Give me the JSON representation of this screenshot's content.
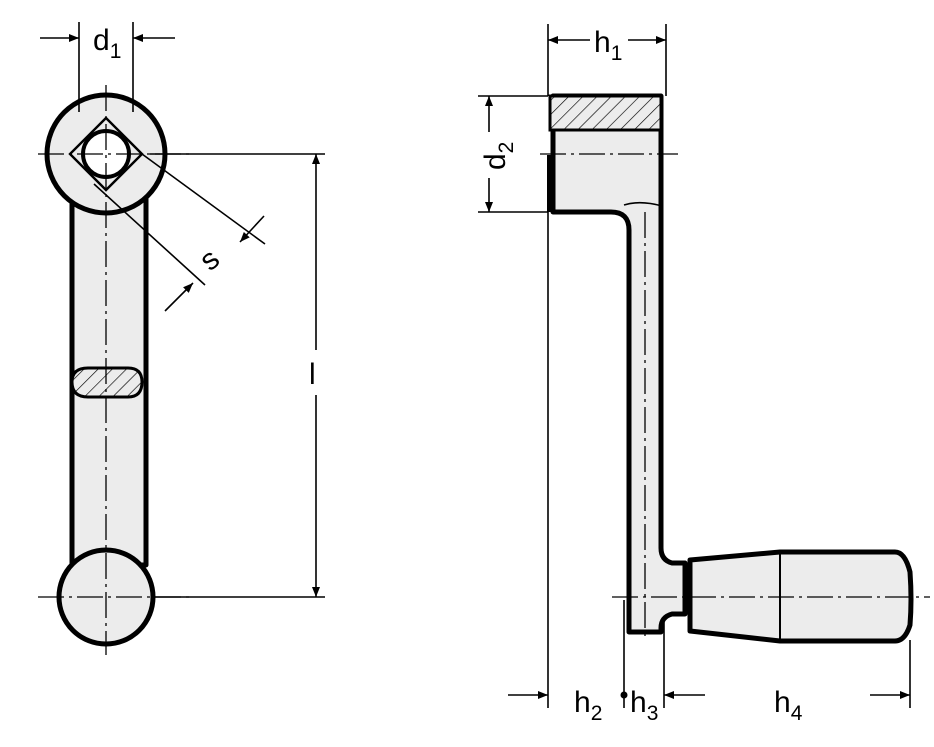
{
  "diagram": {
    "labels": {
      "d1": {
        "main": "d",
        "sub": "1"
      },
      "d2": {
        "main": "d",
        "sub": "2"
      },
      "s": {
        "main": "s"
      },
      "l": {
        "main": "l"
      },
      "h1": {
        "main": "h",
        "sub": "1"
      },
      "h2": {
        "main": "h",
        "sub": "2"
      },
      "h3": {
        "main": "h",
        "sub": "3"
      },
      "h4": {
        "main": "h",
        "sub": "4"
      }
    }
  }
}
